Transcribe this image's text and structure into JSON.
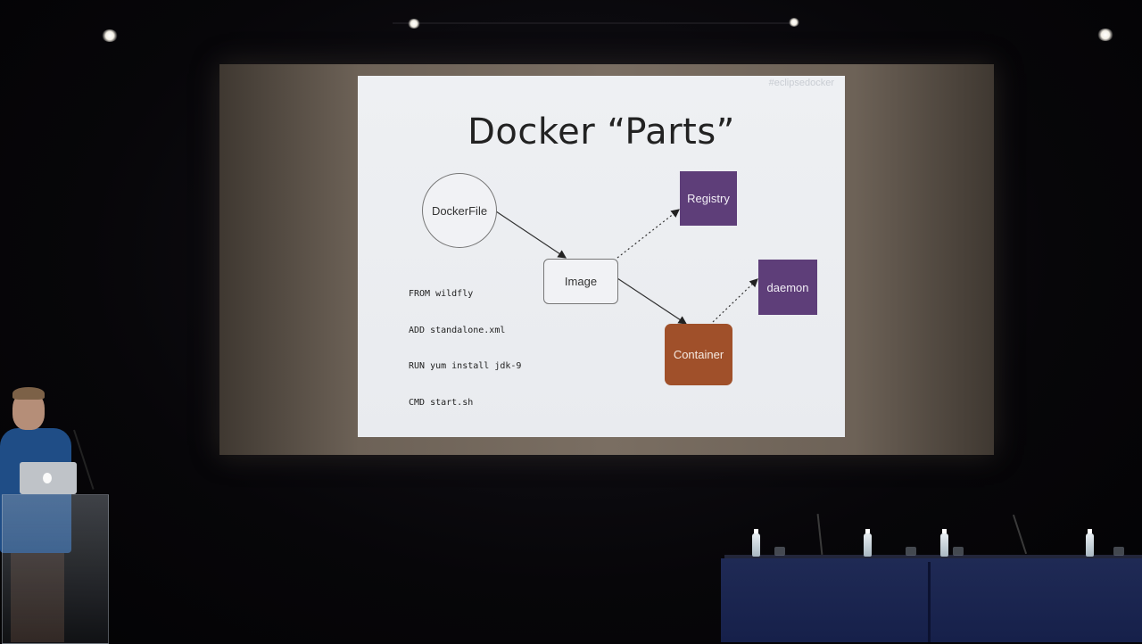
{
  "slide": {
    "hashtag": "#eclipsedocker",
    "title": "Docker “Parts”",
    "nodes": {
      "dockerfile": "DockerFile",
      "image": "Image",
      "registry": "Registry",
      "daemon": "daemon",
      "container": "Container"
    },
    "code_lines": [
      "FROM wildfly",
      "ADD standalone.xml",
      "RUN yum install jdk-9",
      "CMD start.sh"
    ]
  },
  "colors": {
    "registry_daemon": "#5e3e79",
    "container": "#a0502a"
  }
}
